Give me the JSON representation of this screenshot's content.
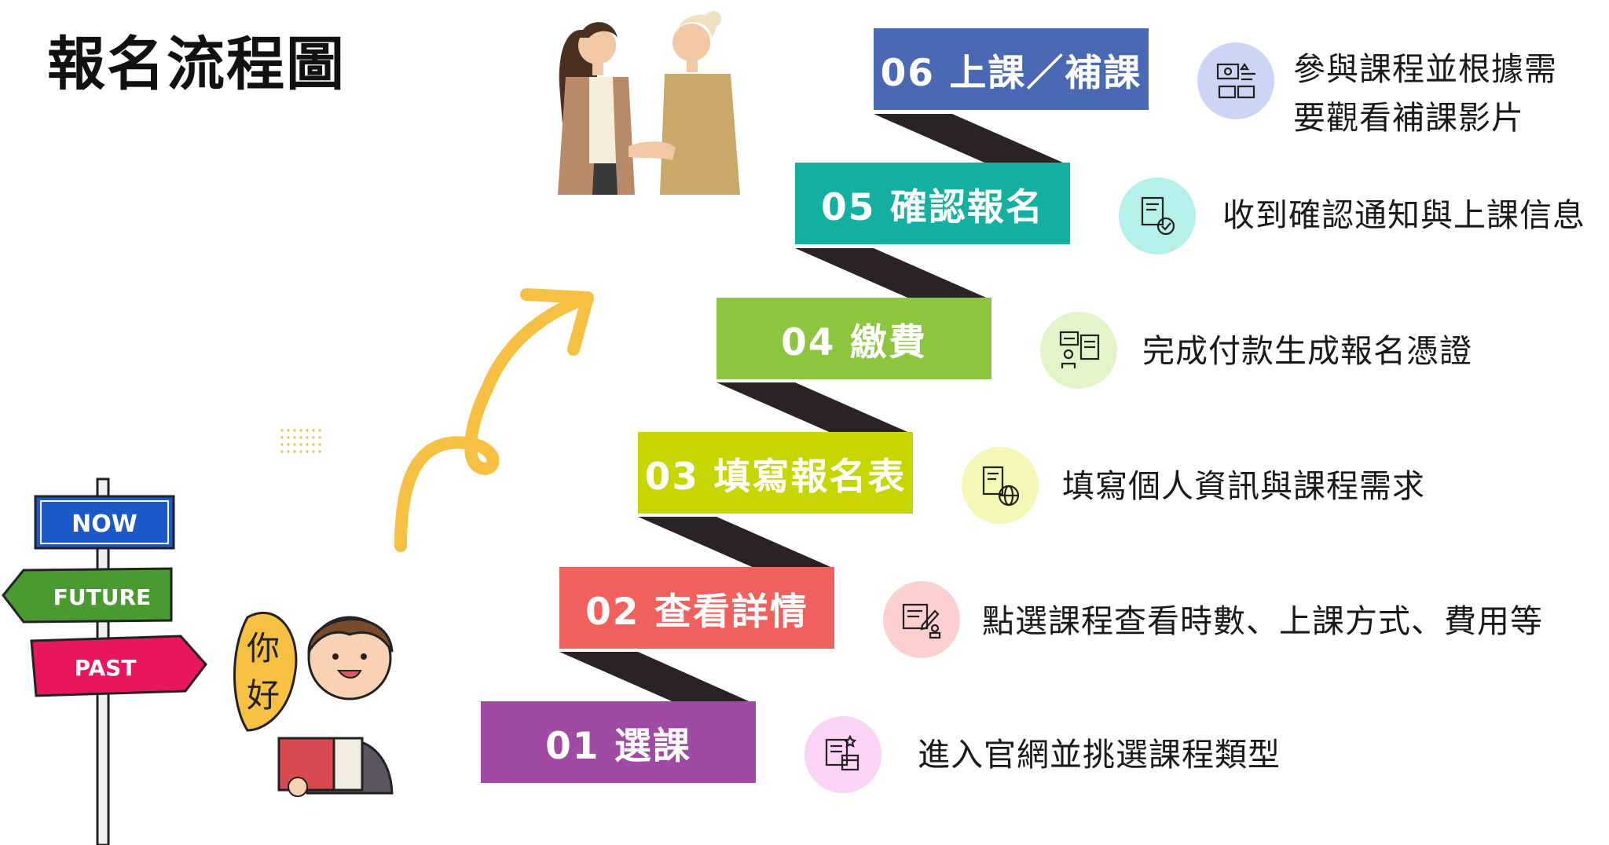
{
  "title": "報名流程圖",
  "steps": [
    {
      "label": "01  選課",
      "description": "進入官網並挑選課程類型",
      "color": "#a04aa3",
      "icon_bg": "#fbd3f4",
      "icon": "document-box-icon"
    },
    {
      "label": "02  查看詳情",
      "description": "點選課程查看時數、上課方式、費用等",
      "color": "#f0605c",
      "icon_bg": "#fbd0cf",
      "icon": "document-edit-user-icon"
    },
    {
      "label": "03 填寫報名表",
      "description": "填寫個人資訊與課程需求",
      "color": "#c8d600",
      "icon_bg": "#f5f7b4",
      "icon": "document-globe-icon"
    },
    {
      "label": "04 繳費",
      "description": "完成付款生成報名憑證",
      "color": "#8cc63f",
      "icon_bg": "#e2f5c8",
      "icon": "payment-exchange-icon"
    },
    {
      "label": "05 確認報名",
      "description": "收到確認通知與上課信息",
      "color": "#13b0a2",
      "icon_bg": "#b6f0ea",
      "icon": "document-check-icon"
    },
    {
      "label": "06 上課／補課",
      "description_lines": [
        "參與課程並根據需",
        "要觀看補課影片"
      ],
      "color": "#4a69b4",
      "icon_bg": "#ccd6f4",
      "icon": "online-class-icon"
    }
  ],
  "signpost": {
    "now": "NOW",
    "future": "FUTURE",
    "past": "PAST"
  },
  "speech_bubble": {
    "line1": "你",
    "line2": "好"
  }
}
